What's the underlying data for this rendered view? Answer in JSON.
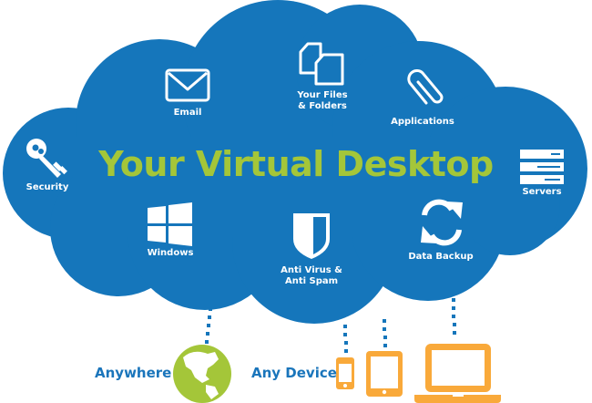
{
  "title": "Your Virtual Desktop",
  "colors": {
    "cloud": "#1576bb",
    "title_green": "#a4c639",
    "icon_white": "#ffffff",
    "device_orange": "#f9a93a",
    "globe_green": "#a4c639",
    "connector_blue": "#1576bb",
    "external_text": "#1a75bb"
  },
  "features": [
    {
      "id": "email",
      "label": "Email",
      "icon": "envelope-icon"
    },
    {
      "id": "files",
      "label_line1": "Your Files",
      "label_line2": "& Folders",
      "icon": "documents-icon"
    },
    {
      "id": "applications",
      "label": "Applications",
      "icon": "paperclip-icon"
    },
    {
      "id": "security",
      "label": "Security",
      "icon": "key-icon"
    },
    {
      "id": "servers",
      "label": "Servers",
      "icon": "server-stack-icon"
    },
    {
      "id": "windows",
      "label": "Windows",
      "icon": "windows-logo-icon"
    },
    {
      "id": "antivirus",
      "label_line1": "Anti Virus &",
      "label_line2": "Anti Spam",
      "icon": "shield-icon"
    },
    {
      "id": "backup",
      "label": "Data Backup",
      "icon": "sync-arrows-icon"
    }
  ],
  "access": {
    "anywhere": {
      "label": "Anywhere",
      "icon": "globe-icon"
    },
    "any_device": {
      "label": "Any Device",
      "icons": [
        "smartphone-icon",
        "tablet-icon",
        "laptop-icon"
      ]
    }
  }
}
